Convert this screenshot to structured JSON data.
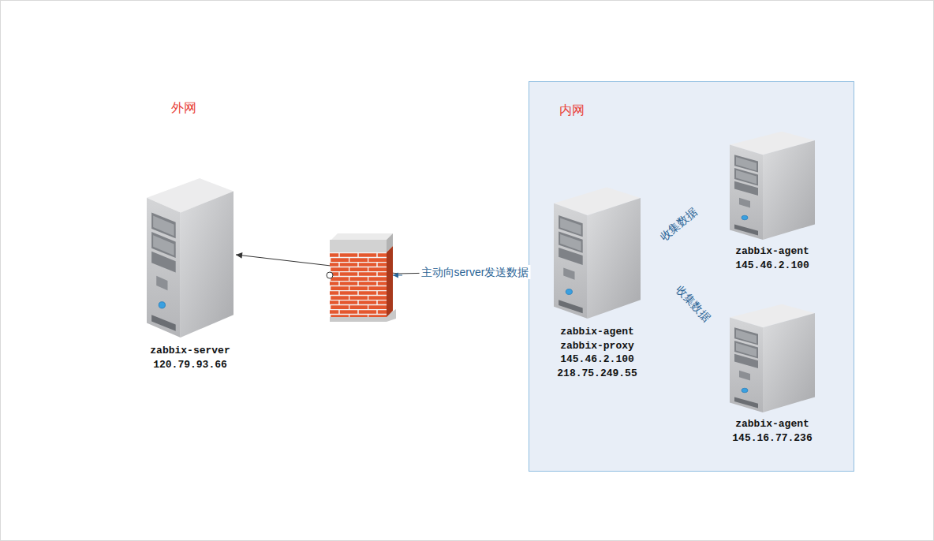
{
  "diagram": {
    "nodes": [
      {
        "text": [
          "zabbix-server",
          "120.79.93.66"
        ]
      },
      {
        "text": [
          "内网"
        ]
      },
      {
        "text": [
          "zabbix-agent",
          "zabbix-proxy",
          "145.46.2.100",
          "218.75.249.55"
        ],
        "in": 1
      },
      {
        "text": [
          "zabbix-agent",
          "145.46.2.100"
        ],
        "in": 1
      },
      {
        "text": [
          "zabbix-agent",
          "145.16.77.236"
        ],
        "in": 1
      }
    ],
    "edges": [
      {
        "from": 2,
        "to": 0,
        "label": "主动向server发送数据",
        "arrow": "to"
      },
      {
        "from": 2,
        "to": 3,
        "label": "收集数据",
        "arrow": "to"
      },
      {
        "from": 2,
        "to": 4,
        "label": "收集数据",
        "arrow": "to"
      }
    ],
    "labels": [
      "外网"
    ]
  }
}
